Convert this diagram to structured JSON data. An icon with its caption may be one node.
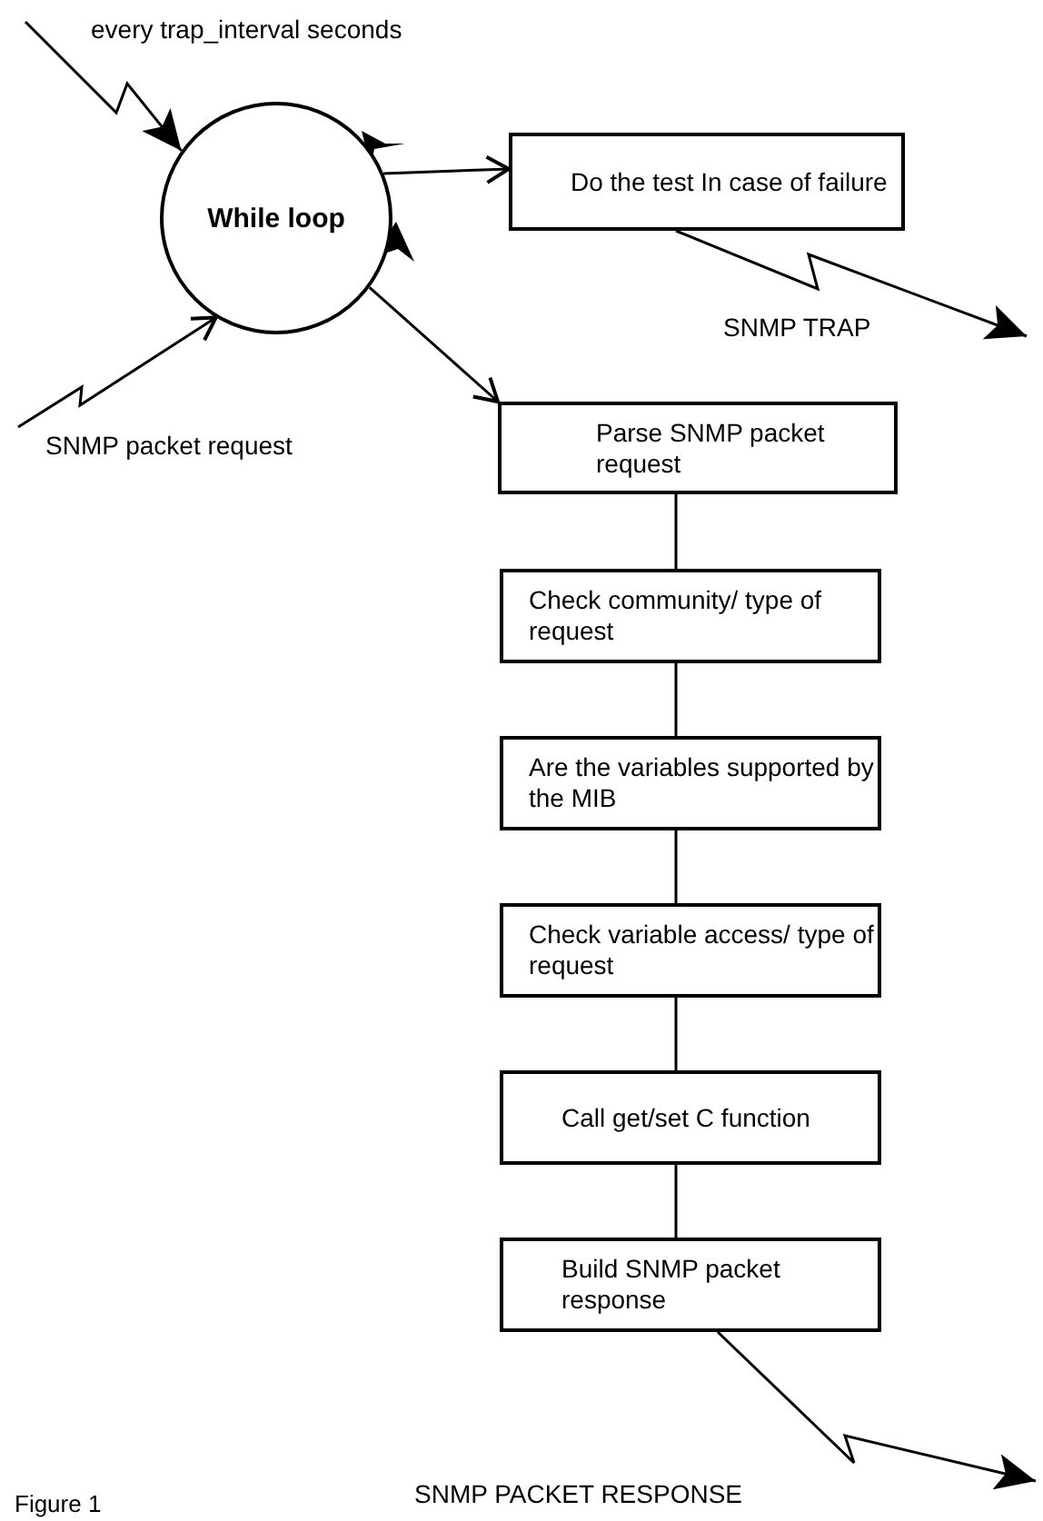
{
  "diagram": {
    "nodes": [
      {
        "text": [
          "While loop"
        ]
      },
      {
        "text": [
          "Do the test In case of failure"
        ]
      },
      {
        "text": [
          "Parse SNMP packet request"
        ]
      },
      {
        "text": [
          "Check community/ type of request"
        ]
      },
      {
        "text": [
          "Are the variables supported by the MIB"
        ]
      },
      {
        "text": [
          "Check variable access/ type of request"
        ]
      },
      {
        "text": [
          "Call get/set C function"
        ]
      },
      {
        "text": [
          "Build SNMP packet response"
        ]
      }
    ],
    "edges": [
      {
        "from": null,
        "to": 0,
        "arrow": "to",
        "label": "every trap_interval seconds"
      },
      {
        "from": null,
        "to": 0,
        "arrow": "to",
        "label": "SNMP packet request"
      },
      {
        "from": 0,
        "to": 1,
        "arrow": "to"
      },
      {
        "from": 0,
        "to": 2,
        "arrow": "to"
      },
      {
        "from": 1,
        "to": null,
        "arrow": "to",
        "label": "SNMP TRAP"
      },
      {
        "from": 2,
        "to": 3,
        "arrow": "none"
      },
      {
        "from": 3,
        "to": 4,
        "arrow": "none"
      },
      {
        "from": 4,
        "to": 5,
        "arrow": "none"
      },
      {
        "from": 5,
        "to": 6,
        "arrow": "none"
      },
      {
        "from": 6,
        "to": 7,
        "arrow": "none"
      },
      {
        "from": 7,
        "to": null,
        "arrow": "to",
        "label": "SNMP PACKET RESPONSE"
      }
    ],
    "labels": [
      "Figure 1"
    ]
  }
}
